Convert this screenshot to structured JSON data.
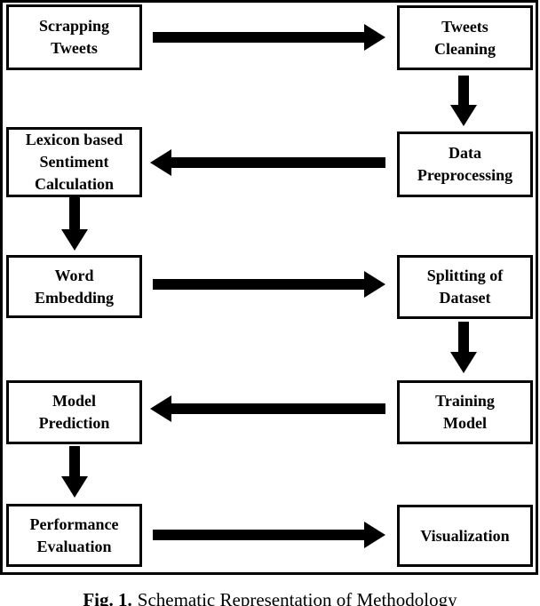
{
  "figure": {
    "caption_label": "Fig. 1.",
    "caption_text": "Schematic Representation of Methodology"
  },
  "nodes": [
    {
      "id": "scrapping-tweets",
      "label": "Scrapping\nTweets"
    },
    {
      "id": "tweets-cleaning",
      "label": "Tweets\nCleaning"
    },
    {
      "id": "lexicon-sentiment",
      "label": "Lexicon based\nSentiment\nCalculation"
    },
    {
      "id": "data-preprocessing",
      "label": "Data\nPreprocessing"
    },
    {
      "id": "word-embedding",
      "label": "Word\nEmbedding"
    },
    {
      "id": "splitting-dataset",
      "label": "Splitting of\nDataset"
    },
    {
      "id": "model-prediction",
      "label": "Model\nPrediction"
    },
    {
      "id": "training-model",
      "label": "Training\nModel"
    },
    {
      "id": "performance-evaluation",
      "label": "Performance\nEvaluation"
    },
    {
      "id": "visualization",
      "label": "Visualization"
    }
  ],
  "edges": [
    {
      "from": "scrapping-tweets",
      "to": "tweets-cleaning",
      "direction": "right"
    },
    {
      "from": "tweets-cleaning",
      "to": "data-preprocessing",
      "direction": "down"
    },
    {
      "from": "data-preprocessing",
      "to": "lexicon-sentiment",
      "direction": "left"
    },
    {
      "from": "lexicon-sentiment",
      "to": "word-embedding",
      "direction": "down"
    },
    {
      "from": "word-embedding",
      "to": "splitting-dataset",
      "direction": "right"
    },
    {
      "from": "splitting-dataset",
      "to": "training-model",
      "direction": "down"
    },
    {
      "from": "training-model",
      "to": "model-prediction",
      "direction": "left"
    },
    {
      "from": "model-prediction",
      "to": "performance-evaluation",
      "direction": "down"
    },
    {
      "from": "performance-evaluation",
      "to": "visualization",
      "direction": "right"
    }
  ],
  "colors": {
    "ink": "#000000",
    "background": "#ffffff"
  }
}
